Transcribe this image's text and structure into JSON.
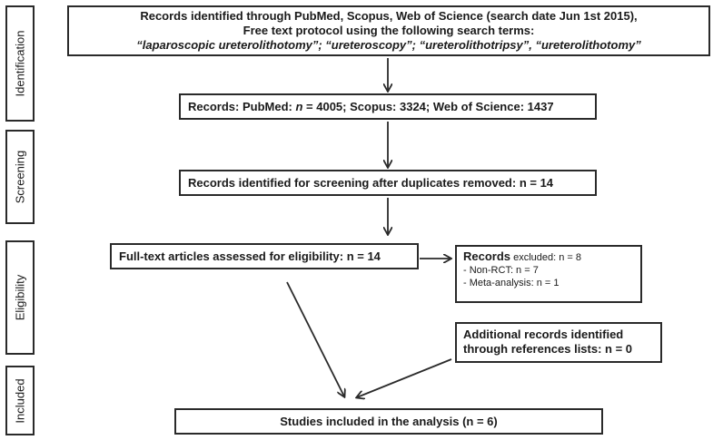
{
  "stages": {
    "identification": "Identification",
    "screening": "Screening",
    "eligibility": "Eligibility",
    "included": "Included"
  },
  "boxes": {
    "identified": {
      "line1": "Records identified through PubMed, Scopus, Web of Science (search date Jun 1st 2015),",
      "line2": "Free text protocol using the following search terms:",
      "line3": "“laparoscopic ureterolithotomy”; “ureteroscopy”; “ureterolithotripsy”, “ureterolithotomy”"
    },
    "records": {
      "prefix": "Records: PubMed: ",
      "n": "n",
      "suffix": " = 4005; Scopus: 3324; Web of Science: 1437"
    },
    "screening": "Records identified for screening after duplicates removed: n = 14",
    "fulltext": "Full-text articles assessed for eligibility: n = 14",
    "excluded": {
      "title": "Records",
      "title_rest": " excluded: n = 8",
      "item1": "- Non-RCT: n = 7",
      "item2": "- Meta-analysis: n = 1"
    },
    "additional": {
      "line1": "Additional records identified",
      "line2": "through references lists: n = 0"
    },
    "included": "Studies included in the analysis (n = 6)"
  }
}
